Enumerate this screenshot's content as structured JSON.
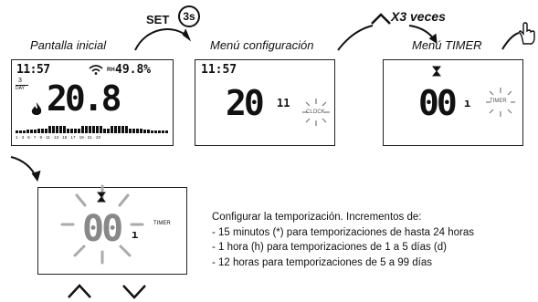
{
  "top": {
    "set_label": "SET",
    "set_time": "3s",
    "up_label": "X3 veces"
  },
  "screen1": {
    "caption": "Pantalla inicial",
    "time": "11:57",
    "rh_prefix": "RH",
    "humidity": "49.8%",
    "day_num": "3",
    "day_label": "DAY",
    "temperature": "20.8",
    "hours_scale": "1 · 3 · 5 · 7 · 9 · 11 · 13 · 15 · 17 · 19 · 21 · 23"
  },
  "screen2": {
    "caption": "Menú configuración",
    "time": "11:57",
    "value": "20",
    "small_value": "11",
    "indicator": "CLOCK"
  },
  "screen3": {
    "caption": "Menú TIMER",
    "value": "00",
    "indicator": "TIMER"
  },
  "screen4": {
    "value": "00",
    "indicator": "TIMER"
  },
  "description": {
    "title": "Configurar la temporización. Incrementos de:",
    "lines": [
      "- 15 minutos (*) para temporizaciones de hasta 24 horas",
      "- 1 hora (h) para temporizaciones de 1 a 5 días (d)",
      "- 12 horas para temporizaciones de 5 a 99 días"
    ]
  }
}
